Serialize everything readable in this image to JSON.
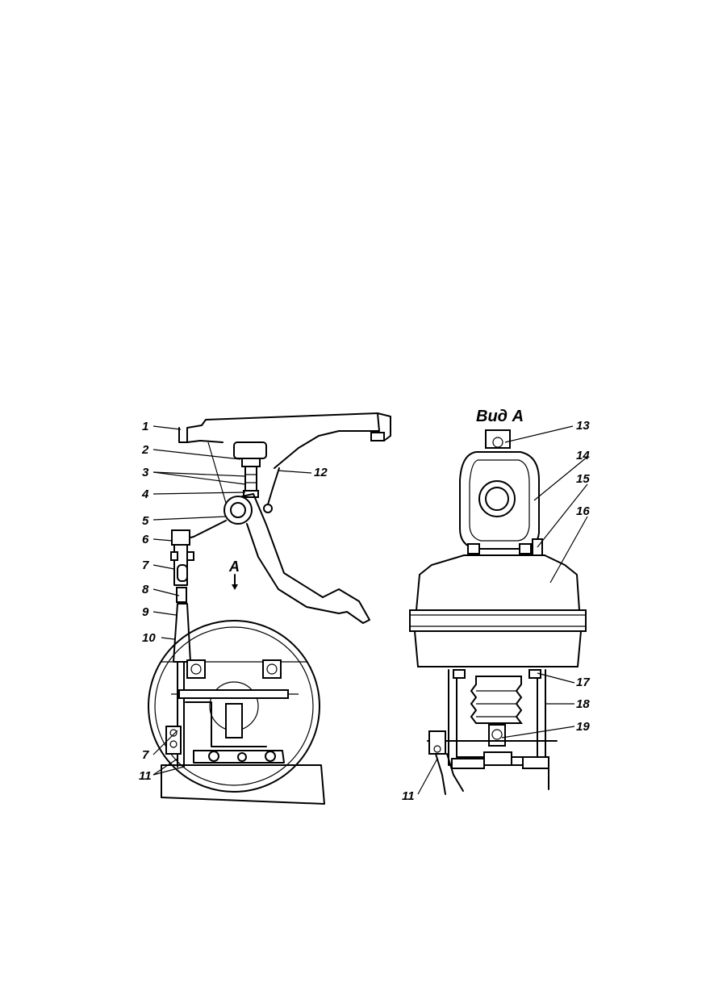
{
  "view_title": "Вид А",
  "view_letter": "А",
  "callouts": [
    {
      "id": "c1",
      "label": "1"
    },
    {
      "id": "c2",
      "label": "2"
    },
    {
      "id": "c3",
      "label": "3"
    },
    {
      "id": "c4",
      "label": "4"
    },
    {
      "id": "c5",
      "label": "5"
    },
    {
      "id": "c6",
      "label": "6"
    },
    {
      "id": "c7a",
      "label": "7"
    },
    {
      "id": "c8",
      "label": "8"
    },
    {
      "id": "c9",
      "label": "9"
    },
    {
      "id": "c10",
      "label": "10"
    },
    {
      "id": "c7b",
      "label": "7"
    },
    {
      "id": "c11a",
      "label": "11"
    },
    {
      "id": "c12",
      "label": "12"
    },
    {
      "id": "c13",
      "label": "13"
    },
    {
      "id": "c14",
      "label": "14"
    },
    {
      "id": "c15",
      "label": "15"
    },
    {
      "id": "c16",
      "label": "16"
    },
    {
      "id": "c17",
      "label": "17"
    },
    {
      "id": "c18",
      "label": "18"
    },
    {
      "id": "c19",
      "label": "19"
    },
    {
      "id": "c11b",
      "label": "11"
    }
  ]
}
